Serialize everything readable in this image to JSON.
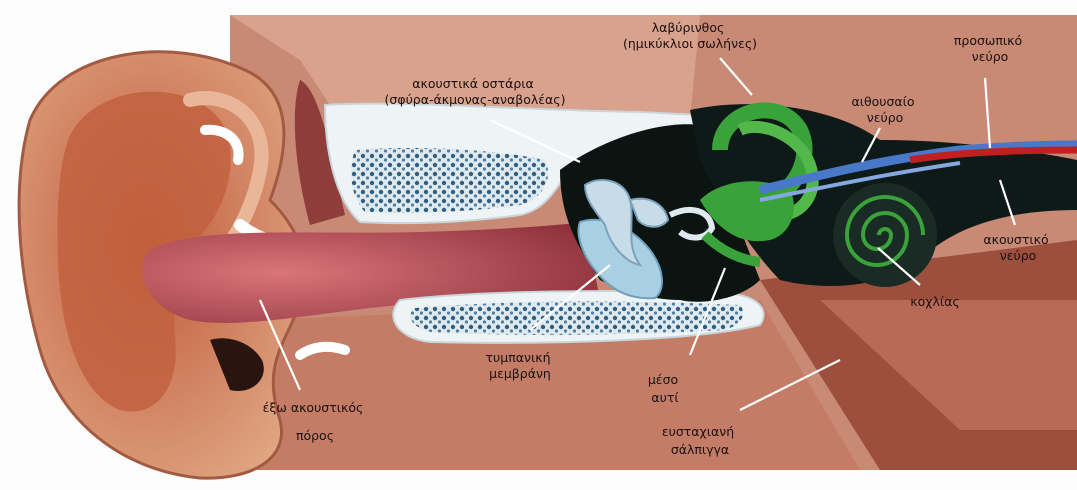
{
  "labels": {
    "labyrinth_1": "λαβύρινθος",
    "labyrinth_2": "(ημικύκλιοι σωλήνες)",
    "ossicles_1": "ακουστικά οστάρια",
    "ossicles_2": "(σφύρα-άκμονας-αναβολέας)",
    "facial_nerve_1": "προσωπικό",
    "facial_nerve_2": "νεύρο",
    "vestibular_nerve_1": "αιθουσαίο",
    "vestibular_nerve_2": "νεύρο",
    "cochlear_nerve_1": "ακουστικό",
    "cochlear_nerve_2": "νεύρο",
    "cochlea": "κοχλίας",
    "eardrum_1": "τυμπανική",
    "eardrum_2": "μεμβράνη",
    "middle_ear_1": "μέσο",
    "middle_ear_2": "αυτί",
    "ear_canal_1": "έξω ακουστικός",
    "ear_canal_2": "πόρος",
    "eustachian_1": "ευσταχιανή",
    "eustachian_2": "σάλπιγγα"
  },
  "colors": {
    "skin": "#c8826a",
    "skin_dark": "#a85a46",
    "tissue": "#b06a58",
    "bone": "#e8f0f2",
    "bone_spongy": "#3a6a8a",
    "labyrinth": "#3aa23a",
    "cavity": "#0c1412",
    "eardrum": "#9ec8dc",
    "nerve_blue": "#4a78c8",
    "nerve_red": "#c02020",
    "pointer": "#ffffff"
  }
}
